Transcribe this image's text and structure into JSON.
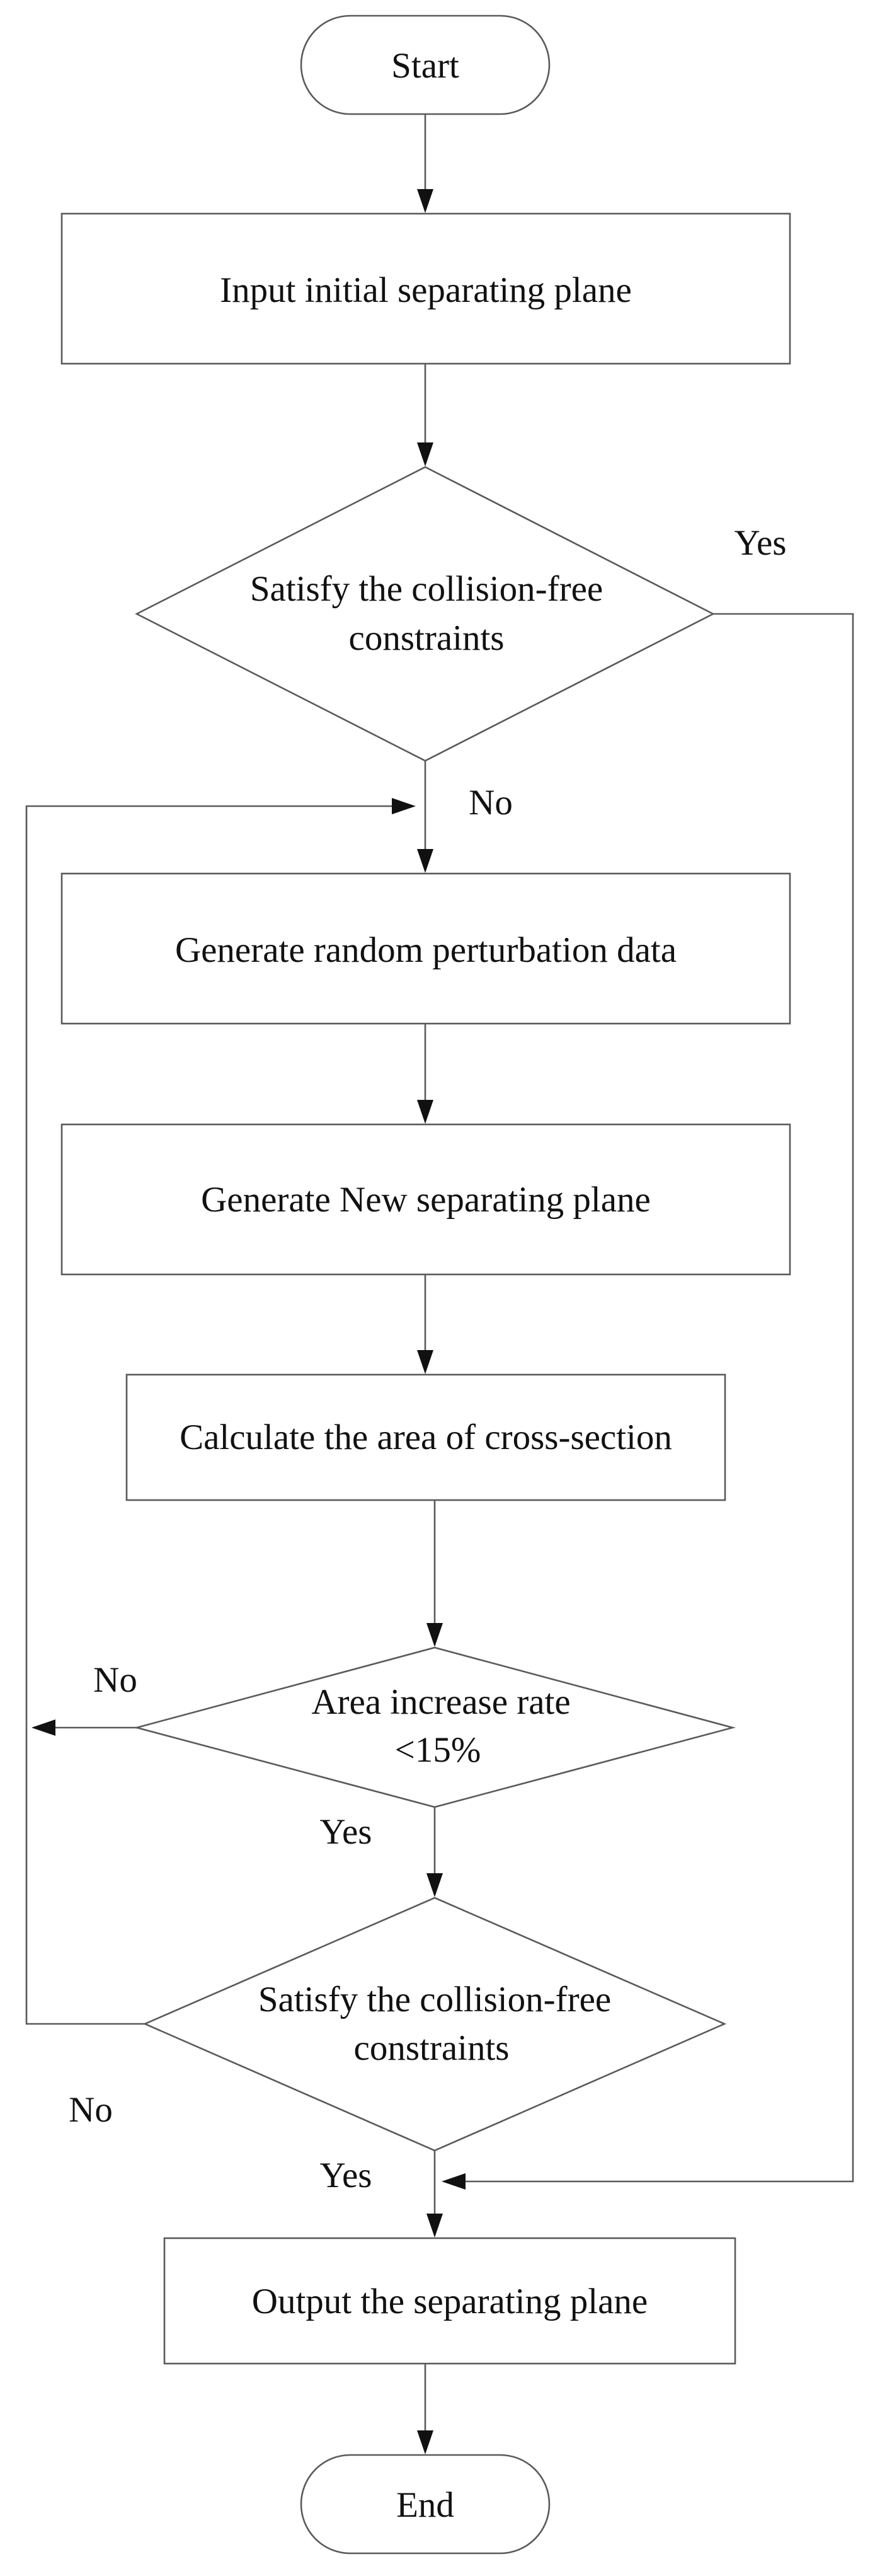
{
  "nodes": {
    "start": "Start",
    "input": "Input initial separating plane",
    "check1_line1": "Satisfy the  collision-free",
    "check1_line2": "constraints",
    "generate_data": "Generate random perturbation data",
    "generate_plane": "Generate New separating plane",
    "calculate": "Calculate the area of cross-section",
    "rate_line1": "Area increase rate",
    "rate_line2": "<15%",
    "check2_line1": "Satisfy the  collision-free",
    "check2_line2": "constraints",
    "output": "Output the separating plane",
    "end": "End"
  },
  "edges": {
    "check1_yes": "Yes",
    "check1_no": "No",
    "rate_no": "No",
    "rate_yes": "Yes",
    "check2_no": "No",
    "check2_yes": "Yes"
  },
  "colors": {
    "stroke": "#5a5a5a",
    "arrowhead": "#111111",
    "text": "#111111",
    "fill": "#ffffff"
  }
}
